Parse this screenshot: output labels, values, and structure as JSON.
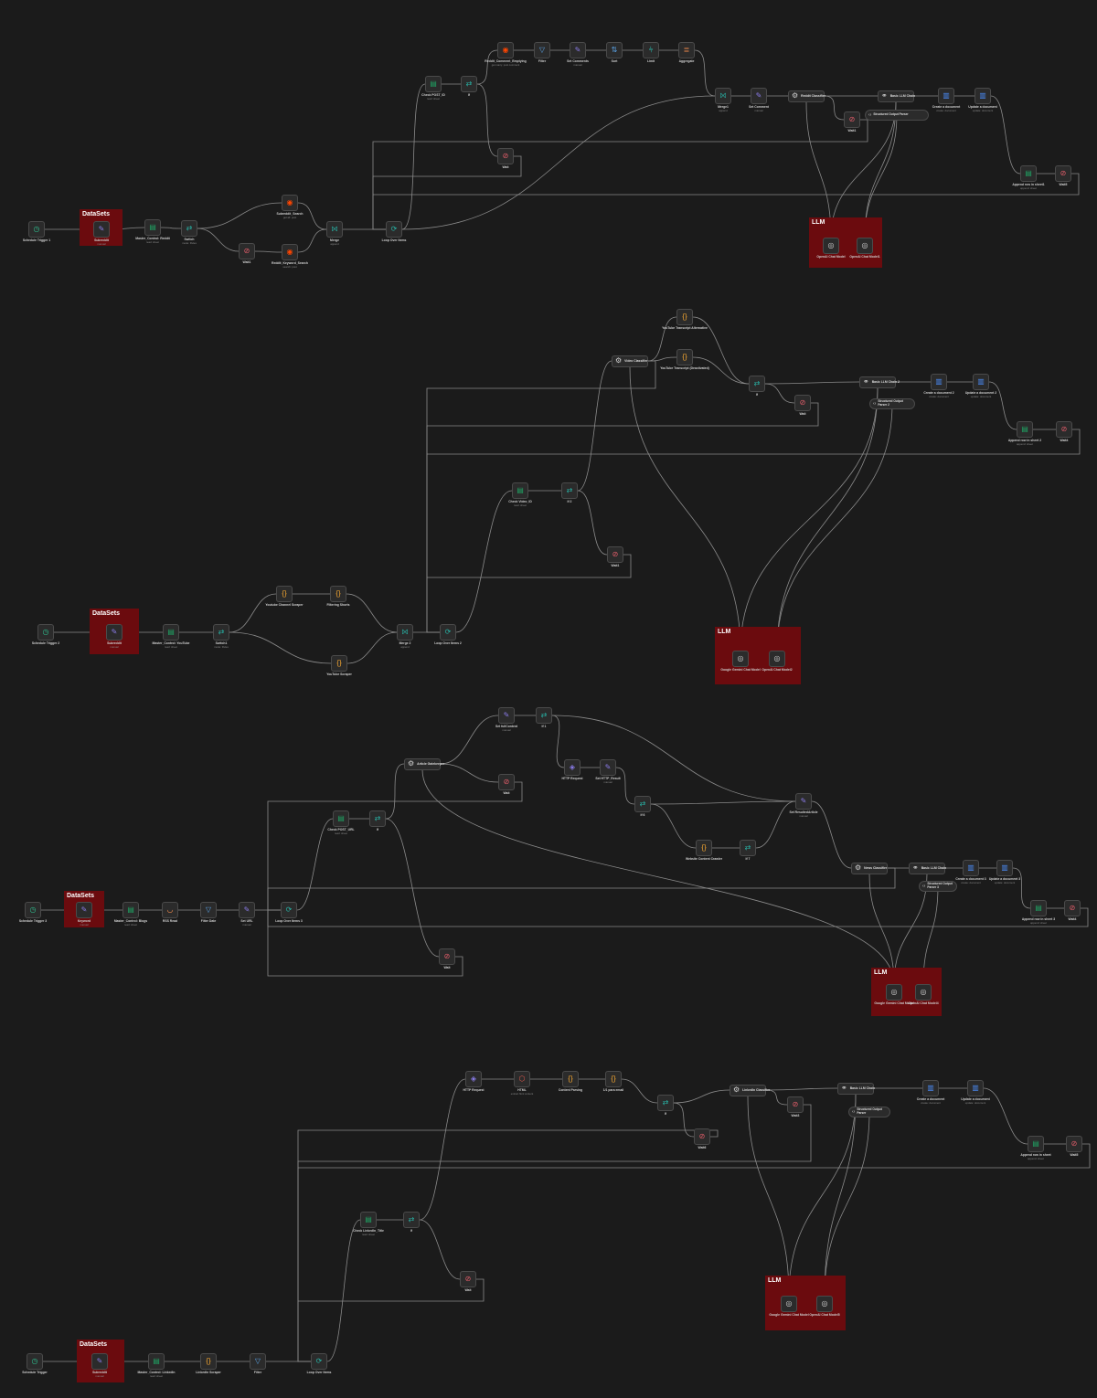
{
  "canvas": {
    "background": "#1b1b1b"
  },
  "icons": {
    "clock": "clock-icon",
    "pencil": "pencil-icon",
    "sheets": "google-sheets-icon",
    "switch": "switch-icon",
    "reddit": "reddit-icon",
    "stop": "stop-error-icon",
    "merge": "merge-icon",
    "loop": "loop-icon",
    "filter": "filter-icon",
    "sort": "sort-icon",
    "limit": "limit-icon",
    "aggregate": "aggregate-icon",
    "ai": "ai-agent-icon",
    "link": "chain-icon",
    "docs": "google-docs-icon",
    "code": "code-braces-icon",
    "model": "chat-model-icon",
    "rss": "rss-icon",
    "http": "http-request-icon",
    "html": "html-icon",
    "parser": "output-parser-icon"
  },
  "colors": {
    "node_bg": "#2b2b2b",
    "node_border": "#4a4a4a",
    "group": "#6b0b0e",
    "wire": "#8a8a8a",
    "stop": "#e35d6a",
    "sheets": "#1fa463",
    "pencil": "#8a7ce8",
    "docs": "#4a8af4",
    "switch": "#28b3a6",
    "code": "#f2a531",
    "reddit": "#ff4500"
  },
  "groups": [
    {
      "id": "g1",
      "label": "DataSets"
    },
    {
      "id": "g2",
      "label": "LLM"
    },
    {
      "id": "g3",
      "label": "DataSets"
    },
    {
      "id": "g4",
      "label": "LLM"
    },
    {
      "id": "g5",
      "label": "DataSets"
    },
    {
      "id": "g6",
      "label": "LLM"
    },
    {
      "id": "g7",
      "label": "DataSets"
    },
    {
      "id": "g8",
      "label": "LLM"
    }
  ],
  "nodes": [
    {
      "id": "a1",
      "icon": "clock",
      "label": "Schedule Trigger 1",
      "sub": ""
    },
    {
      "id": "a2",
      "icon": "pencil",
      "label": "Subreddit",
      "sub": "manual"
    },
    {
      "id": "a3",
      "icon": "sheets",
      "label": "Master_Control: Reddit",
      "sub": "read: sheet"
    },
    {
      "id": "a4",
      "icon": "switch",
      "label": "Switch",
      "sub": "mode: Rules"
    },
    {
      "id": "a5",
      "icon": "reddit",
      "label": "Subreddit_Search",
      "sub": "get all: post"
    },
    {
      "id": "a6",
      "icon": "stop",
      "label": "Wait1",
      "sub": ""
    },
    {
      "id": "a7",
      "icon": "reddit",
      "label": "Reddit_Keyword_Search",
      "sub": "search: post"
    },
    {
      "id": "a8",
      "icon": "merge",
      "label": "Merge",
      "sub": "append"
    },
    {
      "id": "a9",
      "icon": "loop",
      "label": "Loop Over Items",
      "sub": ""
    },
    {
      "id": "a10",
      "icon": "sheets",
      "label": "Check POST_ID",
      "sub": "read: sheet"
    },
    {
      "id": "a11",
      "icon": "switch",
      "label": "If",
      "sub": ""
    },
    {
      "id": "a12",
      "icon": "reddit",
      "label": "Reddit_Comment_Emptying",
      "sub": "get many: post comment"
    },
    {
      "id": "a13",
      "icon": "filter",
      "label": "Filter",
      "sub": ""
    },
    {
      "id": "a14",
      "icon": "pencil",
      "label": "Set Comments",
      "sub": "manual"
    },
    {
      "id": "a15",
      "icon": "sort",
      "label": "Sort",
      "sub": ""
    },
    {
      "id": "a16",
      "icon": "limit",
      "label": "Limit",
      "sub": ""
    },
    {
      "id": "a17",
      "icon": "aggregate",
      "label": "Aggregate",
      "sub": ""
    },
    {
      "id": "a18",
      "icon": "stop",
      "label": "Wait",
      "sub": ""
    },
    {
      "id": "a19",
      "icon": "merge",
      "label": "Merge1",
      "sub": "append"
    },
    {
      "id": "a20",
      "icon": "pencil",
      "label": "Set Comment",
      "sub": "manual"
    },
    {
      "id": "a21",
      "icon": "ai",
      "label": "Reddit Classifier",
      "sub": "",
      "wide": true
    },
    {
      "id": "a22",
      "icon": "link",
      "label": "Basic LLM Chain",
      "sub": "",
      "wide": true
    },
    {
      "id": "a23",
      "icon": "docs",
      "label": "Create a document",
      "sub": "create: document"
    },
    {
      "id": "a24",
      "icon": "docs",
      "label": "Update a document",
      "sub": "update: document"
    },
    {
      "id": "a25",
      "icon": "stop",
      "label": "Wait1",
      "sub": ""
    },
    {
      "id": "a26",
      "icon": "sheets",
      "label": "Append row in sheet1",
      "sub": "append: sheet"
    },
    {
      "id": "a27",
      "icon": "stop",
      "label": "Wait5",
      "sub": ""
    },
    {
      "id": "a28",
      "icon": "model",
      "label": "OpenAI Chat Model",
      "sub": ""
    },
    {
      "id": "a29",
      "icon": "model",
      "label": "OpenAI Chat Model1",
      "sub": ""
    },
    {
      "id": "b1",
      "icon": "clock",
      "label": "Schedule Trigger 2",
      "sub": ""
    },
    {
      "id": "b2",
      "icon": "pencil",
      "label": "Subreddit",
      "sub": "manual"
    },
    {
      "id": "b3",
      "icon": "sheets",
      "label": "Master_Control: YouTube",
      "sub": "read: sheet"
    },
    {
      "id": "b4",
      "icon": "switch",
      "label": "Switch1",
      "sub": "mode: Rules"
    },
    {
      "id": "b5",
      "icon": "code",
      "label": "Youtube Channel Scraper",
      "sub": ""
    },
    {
      "id": "b6",
      "icon": "code",
      "label": "Filtering Shorts",
      "sub": ""
    },
    {
      "id": "b7",
      "icon": "code",
      "label": "YouTube Scraper",
      "sub": ""
    },
    {
      "id": "b8",
      "icon": "merge",
      "label": "Merge 2",
      "sub": "append"
    },
    {
      "id": "b9",
      "icon": "loop",
      "label": "Loop Over Items 2",
      "sub": ""
    },
    {
      "id": "b10",
      "icon": "sheets",
      "label": "Check Video_ID",
      "sub": "read: sheet"
    },
    {
      "id": "b11",
      "icon": "switch",
      "label": "If 2",
      "sub": ""
    },
    {
      "id": "b12",
      "icon": "stop",
      "label": "Wait1",
      "sub": ""
    },
    {
      "id": "b13",
      "icon": "ai",
      "label": "Video Classifier",
      "sub": "",
      "wide": true
    },
    {
      "id": "b14",
      "icon": "code",
      "label": "YouTube Transcript Alternative",
      "sub": ""
    },
    {
      "id": "b15",
      "icon": "code",
      "label": "YouTube Transcript (Deactivated)",
      "sub": ""
    },
    {
      "id": "b16",
      "icon": "switch",
      "label": "If",
      "sub": ""
    },
    {
      "id": "b17",
      "icon": "stop",
      "label": "Wait",
      "sub": ""
    },
    {
      "id": "b18",
      "icon": "link",
      "label": "Basic LLM Chain 2",
      "sub": "",
      "wide": true
    },
    {
      "id": "b19",
      "icon": "docs",
      "label": "Create a document 2",
      "sub": "create: document"
    },
    {
      "id": "b20",
      "icon": "docs",
      "label": "Update a document 2",
      "sub": "update: document"
    },
    {
      "id": "b21",
      "icon": "sheets",
      "label": "Append row in sheet 2",
      "sub": "append: sheet"
    },
    {
      "id": "b22",
      "icon": "stop",
      "label": "Wait4",
      "sub": ""
    },
    {
      "id": "b23",
      "icon": "model",
      "label": "Google Gemini Chat Model",
      "sub": ""
    },
    {
      "id": "b24",
      "icon": "model",
      "label": "OpenAI Chat Model2",
      "sub": ""
    },
    {
      "id": "c1",
      "icon": "clock",
      "label": "Schedule Trigger 3",
      "sub": ""
    },
    {
      "id": "c2",
      "icon": "pencil",
      "label": "Keyword",
      "sub": "manual"
    },
    {
      "id": "c3",
      "icon": "sheets",
      "label": "Master_Control: Blogs",
      "sub": "read: sheet"
    },
    {
      "id": "c4",
      "icon": "rss",
      "label": "RSS Read",
      "sub": ""
    },
    {
      "id": "c5",
      "icon": "filter",
      "label": "Filter Date",
      "sub": ""
    },
    {
      "id": "c6",
      "icon": "pencil",
      "label": "Set URL",
      "sub": "manual"
    },
    {
      "id": "c7",
      "icon": "loop",
      "label": "Loop Over Items 3",
      "sub": ""
    },
    {
      "id": "c8",
      "icon": "sheets",
      "label": "Check POST_URL",
      "sub": "read: sheet"
    },
    {
      "id": "c9",
      "icon": "switch",
      "label": "If",
      "sub": ""
    },
    {
      "id": "c10",
      "icon": "stop",
      "label": "Wait",
      "sub": ""
    },
    {
      "id": "c11",
      "icon": "ai",
      "label": "Article Gatekeeper",
      "sub": "",
      "wide": true
    },
    {
      "id": "c12",
      "icon": "stop",
      "label": "Wait",
      "sub": ""
    },
    {
      "id": "c13",
      "icon": "pencil",
      "label": "Set fullContent",
      "sub": "manual"
    },
    {
      "id": "c14",
      "icon": "switch",
      "label": "If 1",
      "sub": ""
    },
    {
      "id": "c15",
      "icon": "http",
      "label": "HTTP Request",
      "sub": ""
    },
    {
      "id": "c16",
      "icon": "pencil",
      "label": "Set HTTP_Result",
      "sub": "manual"
    },
    {
      "id": "c17",
      "icon": "switch",
      "label": "If 6",
      "sub": ""
    },
    {
      "id": "c18",
      "icon": "code",
      "label": "Website Content Crawler",
      "sub": ""
    },
    {
      "id": "c19",
      "icon": "switch",
      "label": "If 7",
      "sub": ""
    },
    {
      "id": "c20",
      "icon": "pencil",
      "label": "Set ResultedArticle",
      "sub": "manual"
    },
    {
      "id": "c21",
      "icon": "ai",
      "label": "News Classifier",
      "sub": "",
      "wide": true
    },
    {
      "id": "c22",
      "icon": "link",
      "label": "Basic LLM Chain",
      "sub": "",
      "wide": true
    },
    {
      "id": "c23",
      "icon": "docs",
      "label": "Create a document 3",
      "sub": "create: document"
    },
    {
      "id": "c24",
      "icon": "docs",
      "label": "Update a document 3",
      "sub": "update: document"
    },
    {
      "id": "c25",
      "icon": "sheets",
      "label": "Append row in sheet 3",
      "sub": "append: sheet"
    },
    {
      "id": "c26",
      "icon": "stop",
      "label": "Wait4",
      "sub": ""
    },
    {
      "id": "c27",
      "icon": "model",
      "label": "Google Gemini Chat Model",
      "sub": ""
    },
    {
      "id": "c28",
      "icon": "model",
      "label": "OpenAI Chat Model4",
      "sub": ""
    },
    {
      "id": "d1",
      "icon": "clock",
      "label": "Schedule Trigger",
      "sub": ""
    },
    {
      "id": "d2",
      "icon": "pencil",
      "label": "Subreddit",
      "sub": "manual"
    },
    {
      "id": "d3",
      "icon": "sheets",
      "label": "Master_Control: LinkedIn",
      "sub": "read: sheet"
    },
    {
      "id": "d4",
      "icon": "code",
      "label": "LinkedIn Scraper",
      "sub": ""
    },
    {
      "id": "d5",
      "icon": "filter",
      "label": "Filter",
      "sub": ""
    },
    {
      "id": "d6",
      "icon": "loop",
      "label": "Loop Over Items",
      "sub": ""
    },
    {
      "id": "d7",
      "icon": "sheets",
      "label": "Check LinkedIn_Title",
      "sub": "read: sheet"
    },
    {
      "id": "d8",
      "icon": "switch",
      "label": "If",
      "sub": ""
    },
    {
      "id": "d9",
      "icon": "stop",
      "label": "Wait",
      "sub": ""
    },
    {
      "id": "d10",
      "icon": "http",
      "label": "HTTP Request",
      "sub": ""
    },
    {
      "id": "d11",
      "icon": "html",
      "label": "HTML",
      "sub": "extract html content"
    },
    {
      "id": "d12",
      "icon": "code",
      "label": "Content Parsing",
      "sub": ""
    },
    {
      "id": "d13",
      "icon": "code",
      "label": "1/1 para email",
      "sub": ""
    },
    {
      "id": "d14",
      "icon": "switch",
      "label": "If",
      "sub": ""
    },
    {
      "id": "d15",
      "icon": "stop",
      "label": "Wait6",
      "sub": ""
    },
    {
      "id": "d16",
      "icon": "ai",
      "label": "LinkedIn Classifier",
      "sub": "",
      "wide": true
    },
    {
      "id": "d17",
      "icon": "stop",
      "label": "Wait3",
      "sub": ""
    },
    {
      "id": "d18",
      "icon": "link",
      "label": "Basic LLM Chain",
      "sub": "",
      "wide": true
    },
    {
      "id": "d19",
      "icon": "docs",
      "label": "Create a document",
      "sub": "create: document"
    },
    {
      "id": "d20",
      "icon": "docs",
      "label": "Update a document",
      "sub": "update: document"
    },
    {
      "id": "d21",
      "icon": "sheets",
      "label": "Append row in sheet",
      "sub": "append: sheet"
    },
    {
      "id": "d22",
      "icon": "stop",
      "label": "Wait5",
      "sub": ""
    },
    {
      "id": "d23",
      "icon": "model",
      "label": "Google Gemini Chat Model",
      "sub": ""
    },
    {
      "id": "d24",
      "icon": "model",
      "label": "OpenAI Chat Model5",
      "sub": ""
    }
  ],
  "pills": [
    {
      "id": "p1",
      "label": "Structured Output Parser"
    },
    {
      "id": "p2",
      "label": "Structured Output Parser 2"
    },
    {
      "id": "p3",
      "label": "Structured Output Parser 3"
    },
    {
      "id": "p4",
      "label": "Structured Output Parser"
    }
  ]
}
